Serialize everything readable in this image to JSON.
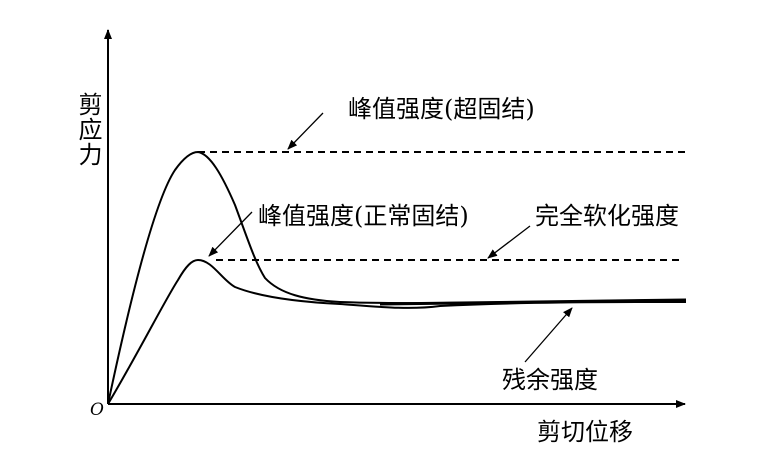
{
  "diagram": {
    "y_axis_label": "剪应力",
    "x_axis_label": "剪切位移",
    "origin_label": "O",
    "annotations": {
      "peak_overconsolidated": "峰值强度(超固结)",
      "peak_normally_consolidated": "峰值强度(正常固结)",
      "fully_softened": "完全软化强度",
      "residual": "残余强度"
    },
    "line_color": "#000000"
  }
}
